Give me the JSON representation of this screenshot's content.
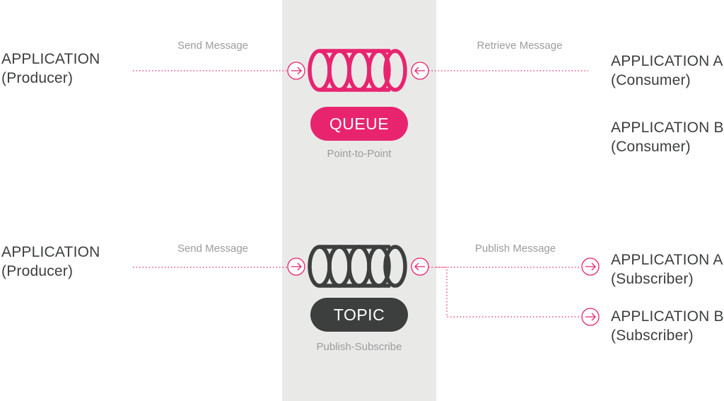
{
  "colors": {
    "accent": "#e8246f",
    "dark": "#3c3f3e",
    "band": "#e9e9e8",
    "muted": "#9a9d9c"
  },
  "queue": {
    "producer_label": "APPLICATION\n(Producer)",
    "send_label": "Send Message",
    "retrieve_label": "Retrieve Message",
    "badge": "QUEUE",
    "mode": "Point-to-Point",
    "consumer_a": "APPLICATION A\n(Consumer)",
    "consumer_b": "APPLICATION B\n(Consumer)",
    "icon": "queue-cylinder-icon"
  },
  "topic": {
    "producer_label": "APPLICATION\n(Producer)",
    "send_label": "Send Message",
    "publish_label": "Publish Message",
    "badge": "TOPIC",
    "mode": "Publish-Subscribe",
    "subscriber_a": "APPLICATION A\n(Subscriber)",
    "subscriber_b": "APPLICATION B\n(Subscriber)",
    "icon": "topic-cylinder-icon"
  }
}
